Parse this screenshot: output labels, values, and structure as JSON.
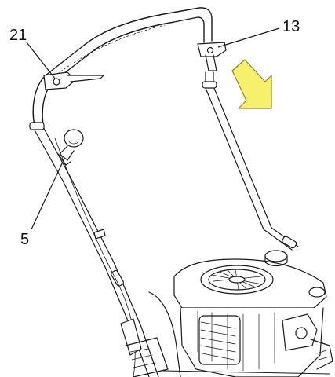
{
  "callouts": {
    "c21": "21",
    "c13": "13",
    "c5": "5"
  },
  "colors": {
    "arrow_fill": "#f7f06a",
    "arrow_stroke": "#8a8630",
    "line": "#1a1a1a",
    "handle_fill": "#ffffff"
  },
  "icons": {
    "direction_arrow": "yellow-arrow-down-right-icon"
  }
}
